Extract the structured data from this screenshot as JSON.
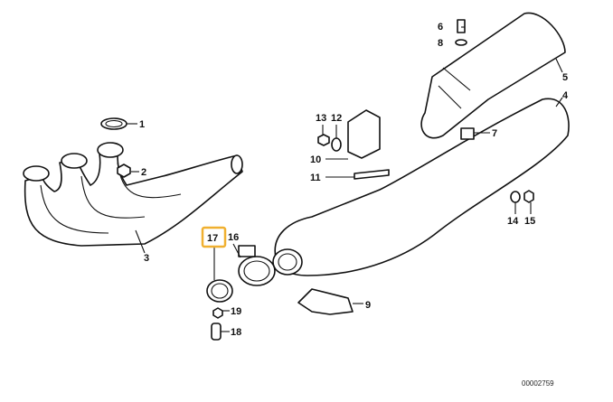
{
  "diagram": {
    "callouts": [
      {
        "id": "1",
        "label": "1"
      },
      {
        "id": "2",
        "label": "2"
      },
      {
        "id": "3",
        "label": "3"
      },
      {
        "id": "4",
        "label": "4"
      },
      {
        "id": "5",
        "label": "5"
      },
      {
        "id": "6",
        "label": "6"
      },
      {
        "id": "7",
        "label": "7"
      },
      {
        "id": "8",
        "label": "8"
      },
      {
        "id": "9",
        "label": "9"
      },
      {
        "id": "10",
        "label": "10"
      },
      {
        "id": "11",
        "label": "11"
      },
      {
        "id": "12",
        "label": "12"
      },
      {
        "id": "13",
        "label": "13"
      },
      {
        "id": "14",
        "label": "14"
      },
      {
        "id": "15",
        "label": "15"
      },
      {
        "id": "16",
        "label": "16"
      },
      {
        "id": "17",
        "label": "17"
      },
      {
        "id": "18",
        "label": "18"
      },
      {
        "id": "19",
        "label": "19"
      }
    ],
    "highlighted": "17",
    "highlight_color": "#f0b030",
    "drawing_code": "00002759"
  }
}
